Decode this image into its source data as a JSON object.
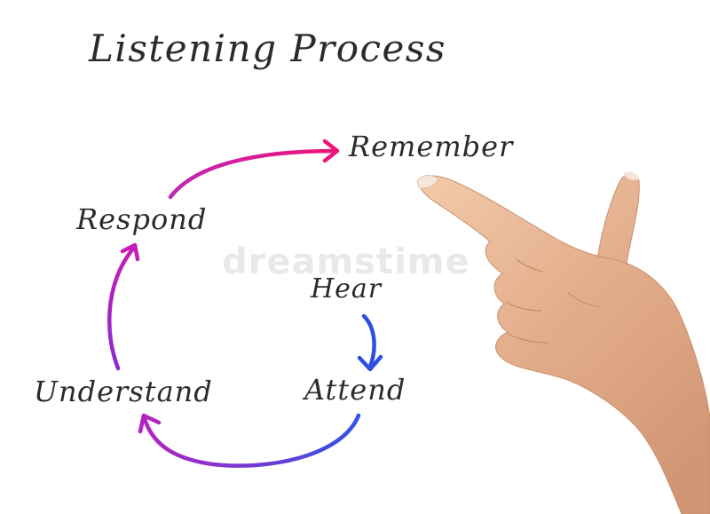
{
  "diagram": {
    "title": "Listening Process",
    "steps": {
      "remember": "Remember",
      "respond": "Respond",
      "hear": "Hear",
      "attend": "Attend",
      "understand": "Understand"
    },
    "watermark": "dreamstime",
    "colors": {
      "text": "#2b2b2b",
      "arrow_magenta": "#e8177d",
      "arrow_purple": "#9b2bd0",
      "arrow_blue": "#2d4fe0"
    }
  }
}
